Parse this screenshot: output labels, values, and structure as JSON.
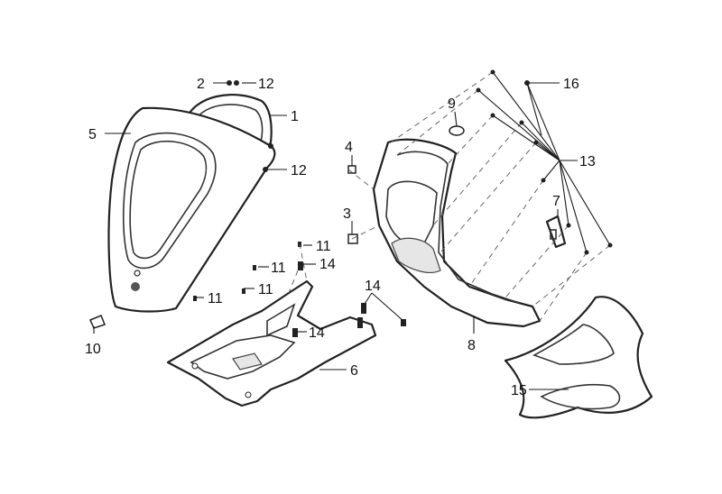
{
  "callouts": {
    "c1": "1",
    "c2": "2",
    "c3": "3",
    "c4": "4",
    "c5": "5",
    "c6": "6",
    "c7": "7",
    "c8": "8",
    "c9": "9",
    "c10": "10",
    "c11a": "11",
    "c11b": "11",
    "c11c": "11",
    "c11d": "11",
    "c12a": "12",
    "c12b": "12",
    "c13": "13",
    "c14a": "14",
    "c14b": "14",
    "c14c": "14",
    "c15": "15",
    "c16": "16"
  },
  "colors": {
    "line": "#222222",
    "background": "#ffffff"
  }
}
